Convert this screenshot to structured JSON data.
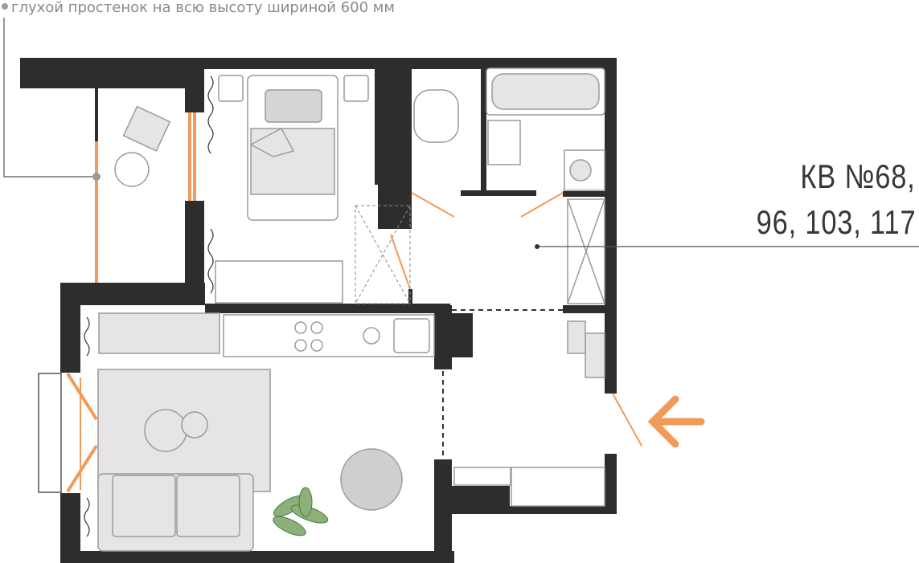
{
  "note": {
    "text": "глухой простенок на всю высоту шириной 600 мм"
  },
  "apartment": {
    "line1": "КВ №68,",
    "line2": "96, 103, 117"
  },
  "colors": {
    "wall": "#2f2c2c",
    "accent": "#f29a5a",
    "furniture": "#e6e4e4",
    "outline": "#9c9a9a"
  }
}
